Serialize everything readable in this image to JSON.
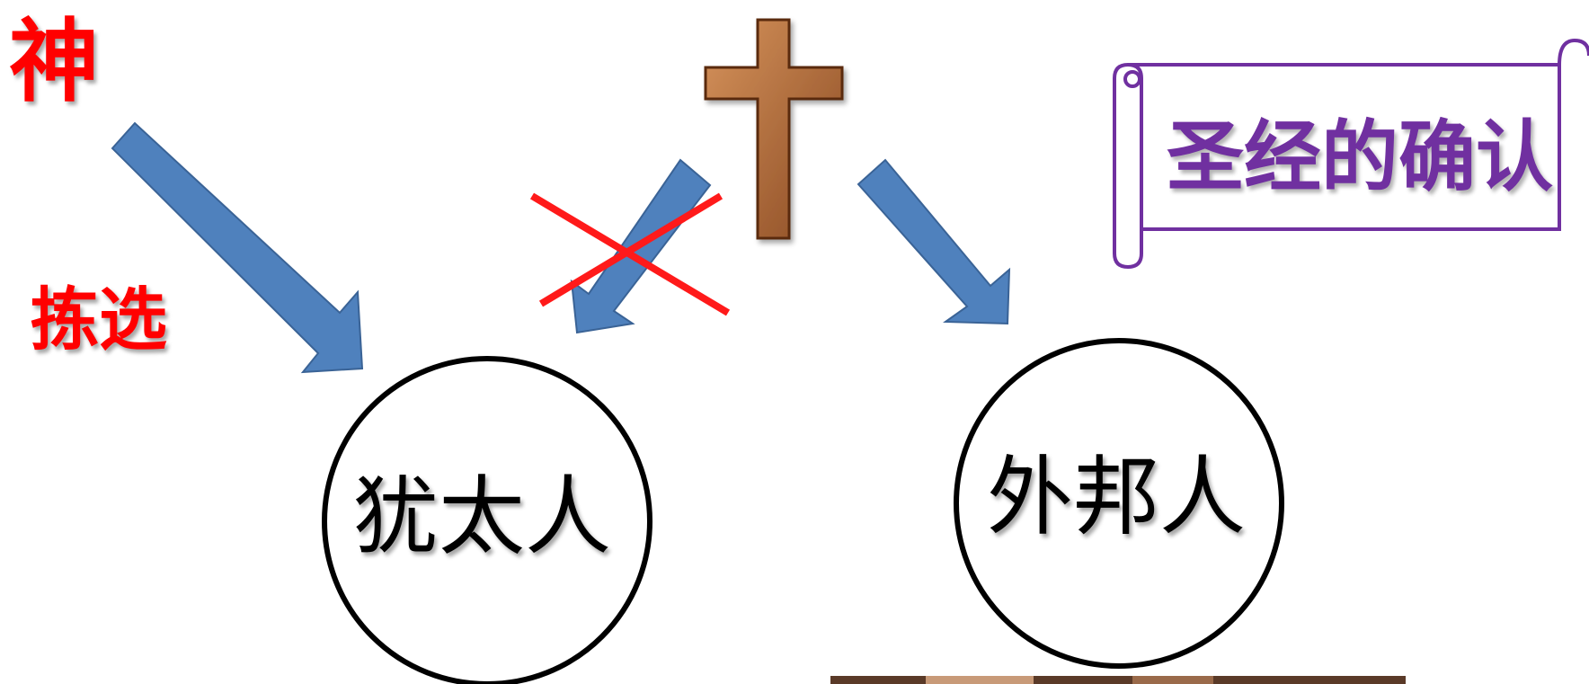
{
  "labels": {
    "god": "神",
    "chosen": "拣选",
    "scripture": "圣经的确认",
    "jews": "犹太人",
    "gentiles": "外邦人"
  },
  "colors": {
    "arrow": "#4f81bd",
    "red_text": "#ff0000",
    "scroll": "#7030a0",
    "cross": "#a0582e",
    "x_mark": "#ff0000"
  }
}
